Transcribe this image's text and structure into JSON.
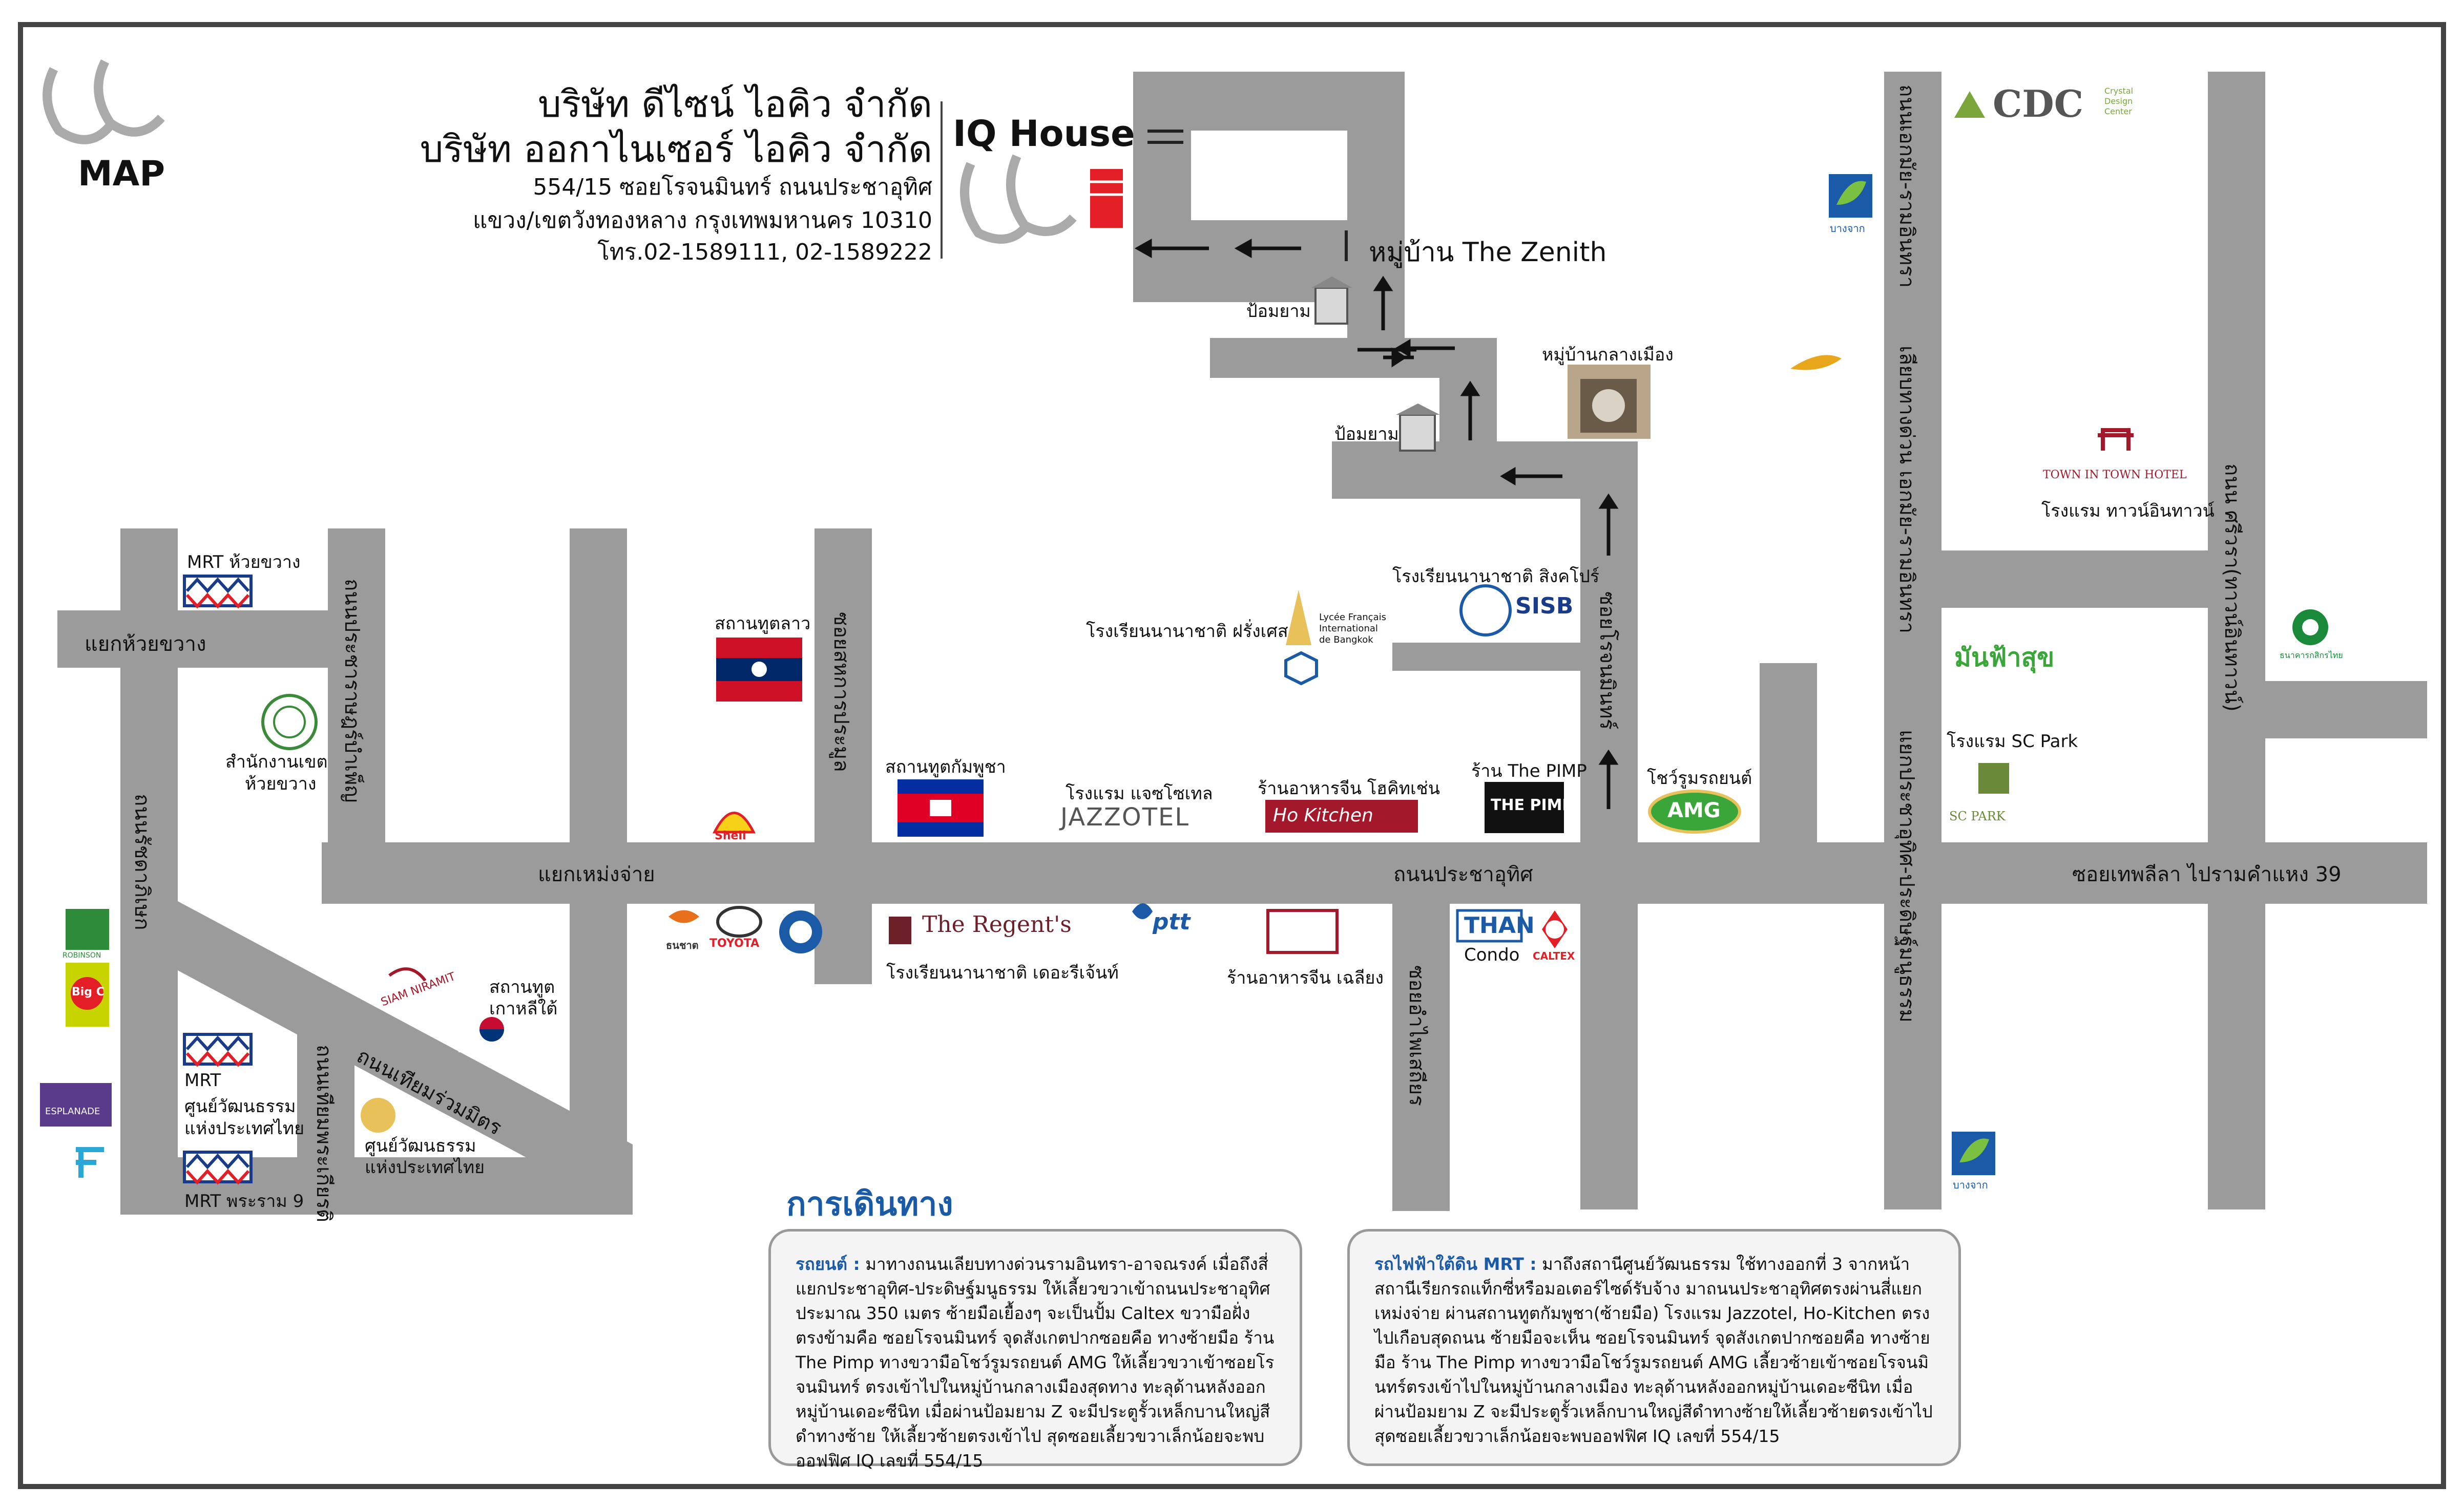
{
  "header": {
    "logo_text": "MAP",
    "company_line1": "บริษัท ดีไซน์ ไอคิว จำกัด",
    "company_line2": "บริษัท ออกาไนเซอร์ ไอคิว จำกัด",
    "address_line1": "554/15 ซอยโรจนมินทร์ ถนนประชาอุทิศ",
    "address_line2": "แขวง/เขตวังทองหลาง กรุงเทพมหานคร 10310",
    "phone": "โทร.02-1589111, 02-1589222",
    "iq_house": "IQ House"
  },
  "labels": {
    "zenith": "หมู่บ้าน The Zenith",
    "guard1": "ป้อมยาม",
    "guard2": "ป้อมยาม",
    "klang_muang": "หมู่บ้านกลางเมือง",
    "sisb": "โรงเรียนนานาชาติ สิงคโปร์",
    "lycee": "โรงเรียนนานาชาติ ฝรั่งเศส",
    "soi_rojana": "ซอยโรจนมินทร์",
    "amg": "โชว์รูมรถยนต์",
    "pimp": "ร้าน The PIMP",
    "hokitchen": "ร้านอาหารจีน โฮคิทเช่น",
    "jazzotel": "โรงแรม แจซโซเทล",
    "cambodia": "สถานทูตกัมพูชา",
    "laos": "สถานทูตลาว",
    "soi_sahakarn": "ซอยสหการประมูล",
    "mrt_huaikhwang": "MRT ห้วยขวาง",
    "yaek_huaikhwang": "แยกห้วยขวาง",
    "district_office1": "สำนักงานเขต",
    "district_office2": "ห้วยขวาง",
    "pracharat": "ถนนประชาราษฎร์บำเพ็ญ",
    "ratchadaphisek": "ถนนรัชดาภิเษก",
    "yaek_mengjai": "แยกเหม่งจ่าย",
    "pracha_uthit": "ถนนประชาอุทิศ",
    "thai_embassy_korea1": "สถานทูต",
    "thai_embassy_korea2": "เกาหลีใต้",
    "thiam_ruam_mit": "ถนนเทียมร่วมมิตร",
    "mrt_culture1": "MRT",
    "mrt_culture2": "ศูนย์วัฒนธรรม",
    "mrt_culture3": "แห่งประเทศไทย",
    "culture_center1": "ศูนย์วัฒนธรรม",
    "culture_center2": "แห่งประเทศไทย",
    "mrt_rama9": "MRT พระราม 9",
    "thiam_phoem": "ถนนเทียมพระเกียรติ",
    "regents": "โรงเรียนนานาชาติ เดอะรีเจ้นท์",
    "chaliang": "ร้านอาหารจีน เฉลียง",
    "than_condo": "Condo",
    "soi_chalermsri": "ซอยอำไพเสถียร",
    "ekkamai_ramintra": "ถนนเอกมัย-รามอินทรา",
    "liap_duan": "เลียบทางด่วน เอกมัย-รามอินทรา",
    "pracha_uthit_pradit": "แยกประชาอุทิศ-ประดิษฐ์มนูธรรม",
    "sriwara": "ถนน ศรีวรา(ทาวน์อินทาวน์)",
    "townintown_hotel": "โรงแรม ทาวน์อินทาวน์",
    "sc_park": "โรงแรม SC Park",
    "soi_thepleela": "ซอยเทพลีลา ไปรามคำแหง 39",
    "cdc": "CDC",
    "cdc_sub": "Crystal Design Center",
    "bangchak1": "บางจาก",
    "bangchak2": "บางจาก",
    "kasikorn": "ธนาคารกสิกรไทย",
    "manfahsuk": "มันฟ้าสุข",
    "jazzotel_logo": "JAZZOTEL",
    "amg_logo": "AMG",
    "pimp_logo": "THE PIMP",
    "hokitchen_logo": "Ho Kitchen",
    "regents_logo": "The Regent's",
    "ptt_logo": "ptt",
    "toyota": "TOYOTA",
    "thanachart": "ธนชาต",
    "shell": "Shell",
    "caltex": "CALTEX",
    "than_logo": "THAN",
    "sisb_logo": "SISB",
    "lycee_logo": "Lycée Français International de Bangkok",
    "siam_niramit": "SIAM NIRAMIT",
    "robinson": "ROBINSON",
    "bigc": "Big C",
    "esplanade": "ESPLANADE",
    "fortune": "F",
    "townintown_logo": "TOWN IN TOWN HOTEL",
    "sc_park_logo": "SC PARK"
  },
  "directions": {
    "title": "การเดินทาง",
    "car_lead": "รถยนต์ :",
    "car_text": "มาทางถนนเลียบทางด่วนรามอินทรา-อาจณรงค์ เมื่อถึงสี่แยกประชาอุทิศ-ประดิษฐ์มนูธรรม ให้เลี้ยวขวาเข้าถนนประชาอุทิศประมาณ 350 เมตร ซ้ายมือเยื้องๆ จะเป็นปั้ม Caltex ขวามือฝั่งตรงข้ามคือ ซอยโรจนมินทร์ จุดสังเกตปากซอยคือ ทางซ้ายมือ ร้าน The Pimp ทางขวามือโชว์รูมรถยนต์ AMG ให้เลี้ยวขวาเข้าซอยโรจนมินทร์ ตรงเข้าไปในหมู่บ้านกลางเมืองสุดทาง ทะลุด้านหลังออกหมู่บ้านเดอะซีนิท เมื่อผ่านป้อมยาม Z จะมีประตูรั้วเหล็กบานใหญ่สีดำทางซ้าย ให้เลี้ยวซ้ายตรงเข้าไป สุดซอยเลี้ยวขวาเล็กน้อยจะพบออฟฟิศ IQ เลขที่ 554/15",
    "mrt_lead": "รถไฟฟ้าใต้ดิน MRT :",
    "mrt_text": "มาถึงสถานีศูนย์วัฒนธรรม ใช้ทางออกที่ 3 จากหน้าสถานีเรียกรถแท็กซี่หรือมอเตอร์ไซด์รับจ้าง มาถนนประชาอุทิศตรงผ่านสี่แยกเหม่งจ่าย ผ่านสถานทูตกัมพูชา(ซ้ายมือ) โรงแรม Jazzotel, Ho-Kitchen ตรงไปเกือบสุดถนน ซ้ายมือจะเห็น ซอยโรจนมินทร์ จุดสังเกตปากซอยคือ ทางซ้ายมือ ร้าน The Pimp ทางขวามือโชว์รูมรถยนต์ AMG เลี้ยวซ้ายเข้าซอยโรจนมินทร์ตรงเข้าไปในหมู่บ้านกลางเมือง ทะลุด้านหลังออกหมู่บ้านเดอะซีนิท เมื่อผ่านป้อมยาม Z จะมีประตูรั้วเหล็กบานใหญ่สีดำทางซ้ายให้เลี้ยวซ้ายตรงเข้าไป สุดซอยเลี้ยวขวาเล็กน้อยจะพบออฟฟิศ IQ เลขที่ 554/15"
  },
  "colors": {
    "road": "#9b9b9b",
    "frame": "#444444",
    "accent_red": "#e41e26",
    "accent_blue": "#1a5aa6"
  }
}
